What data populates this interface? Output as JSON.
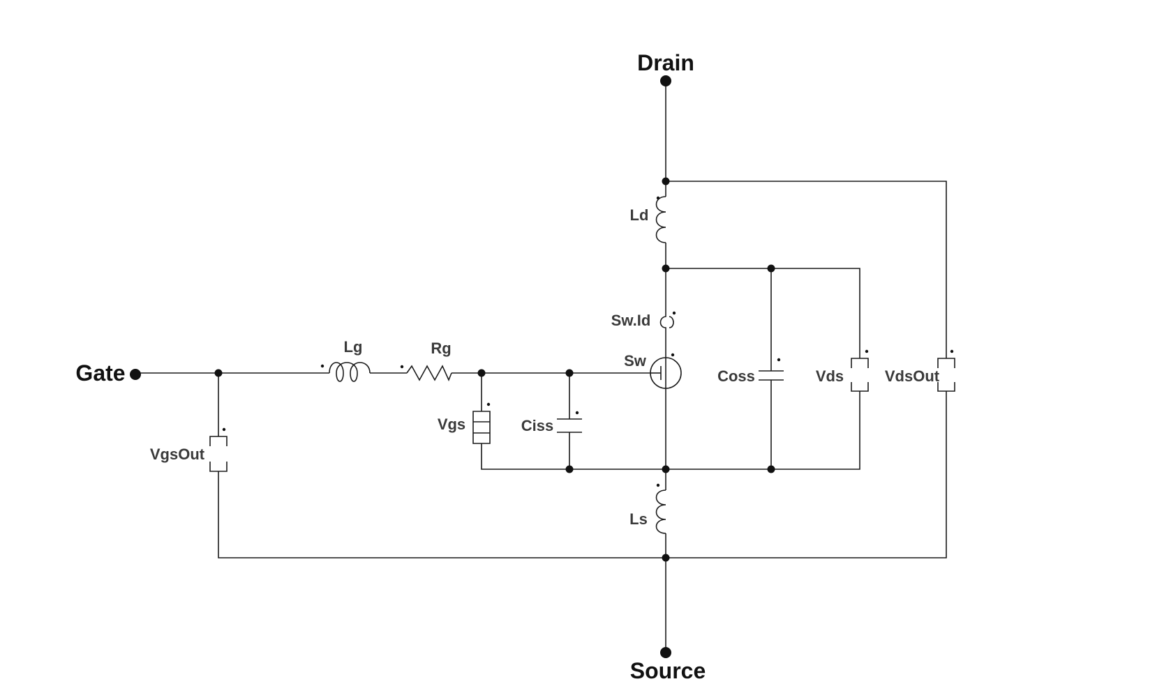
{
  "terminals": {
    "drain": "Drain",
    "source": "Source",
    "gate": "Gate"
  },
  "components": {
    "ld": "Ld",
    "sw_id": "Sw.Id",
    "sw": "Sw",
    "lg": "Lg",
    "rg": "Rg",
    "vgs": "Vgs",
    "ciss": "Ciss",
    "coss": "Coss",
    "vds": "Vds",
    "vds_out": "VdsOut",
    "vgs_out": "VgsOut",
    "ls": "Ls"
  }
}
